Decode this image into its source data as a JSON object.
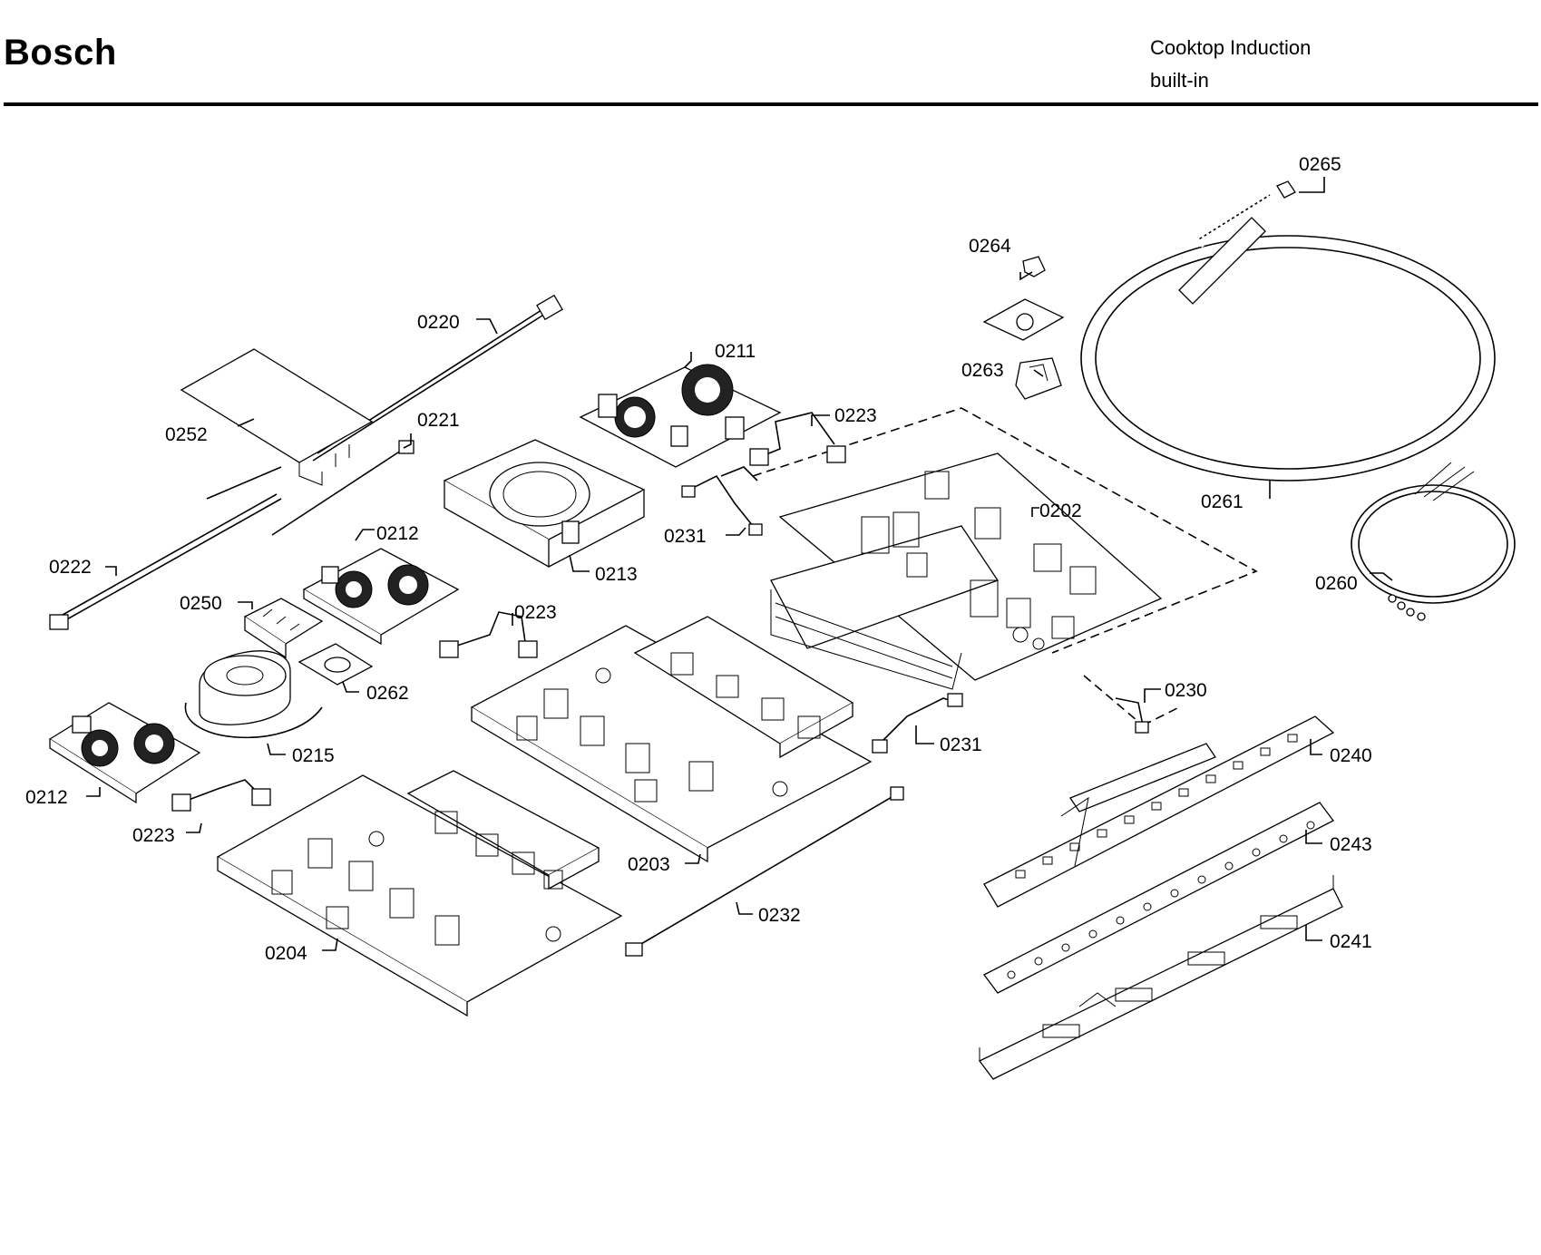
{
  "header": {
    "brand": "Bosch",
    "title_line1": "Cooktop Induction",
    "title_line2": "built-in"
  },
  "callouts": [
    {
      "id": "c0265",
      "text": "0265"
    },
    {
      "id": "c0264",
      "text": "0264"
    },
    {
      "id": "c0220",
      "text": "0220"
    },
    {
      "id": "c0211",
      "text": "0211"
    },
    {
      "id": "c0263",
      "text": "0263"
    },
    {
      "id": "c0221",
      "text": "0221"
    },
    {
      "id": "c0252",
      "text": "0252"
    },
    {
      "id": "c0223a",
      "text": "0223"
    },
    {
      "id": "c0202",
      "text": "0202"
    },
    {
      "id": "c0261",
      "text": "0261"
    },
    {
      "id": "c0231a",
      "text": "0231"
    },
    {
      "id": "c0212a",
      "text": "0212"
    },
    {
      "id": "c0213",
      "text": "0213"
    },
    {
      "id": "c0222",
      "text": "0222"
    },
    {
      "id": "c0260",
      "text": "0260"
    },
    {
      "id": "c0250",
      "text": "0250"
    },
    {
      "id": "c0223b",
      "text": "0223"
    },
    {
      "id": "c0262",
      "text": "0262"
    },
    {
      "id": "c0230",
      "text": "0230"
    },
    {
      "id": "c0231b",
      "text": "0231"
    },
    {
      "id": "c0240",
      "text": "0240"
    },
    {
      "id": "c0215",
      "text": "0215"
    },
    {
      "id": "c0212b",
      "text": "0212"
    },
    {
      "id": "c0223c",
      "text": "0223"
    },
    {
      "id": "c0243",
      "text": "0243"
    },
    {
      "id": "c0203",
      "text": "0203"
    },
    {
      "id": "c0232",
      "text": "0232"
    },
    {
      "id": "c0241",
      "text": "0241"
    },
    {
      "id": "c0204",
      "text": "0204"
    }
  ]
}
